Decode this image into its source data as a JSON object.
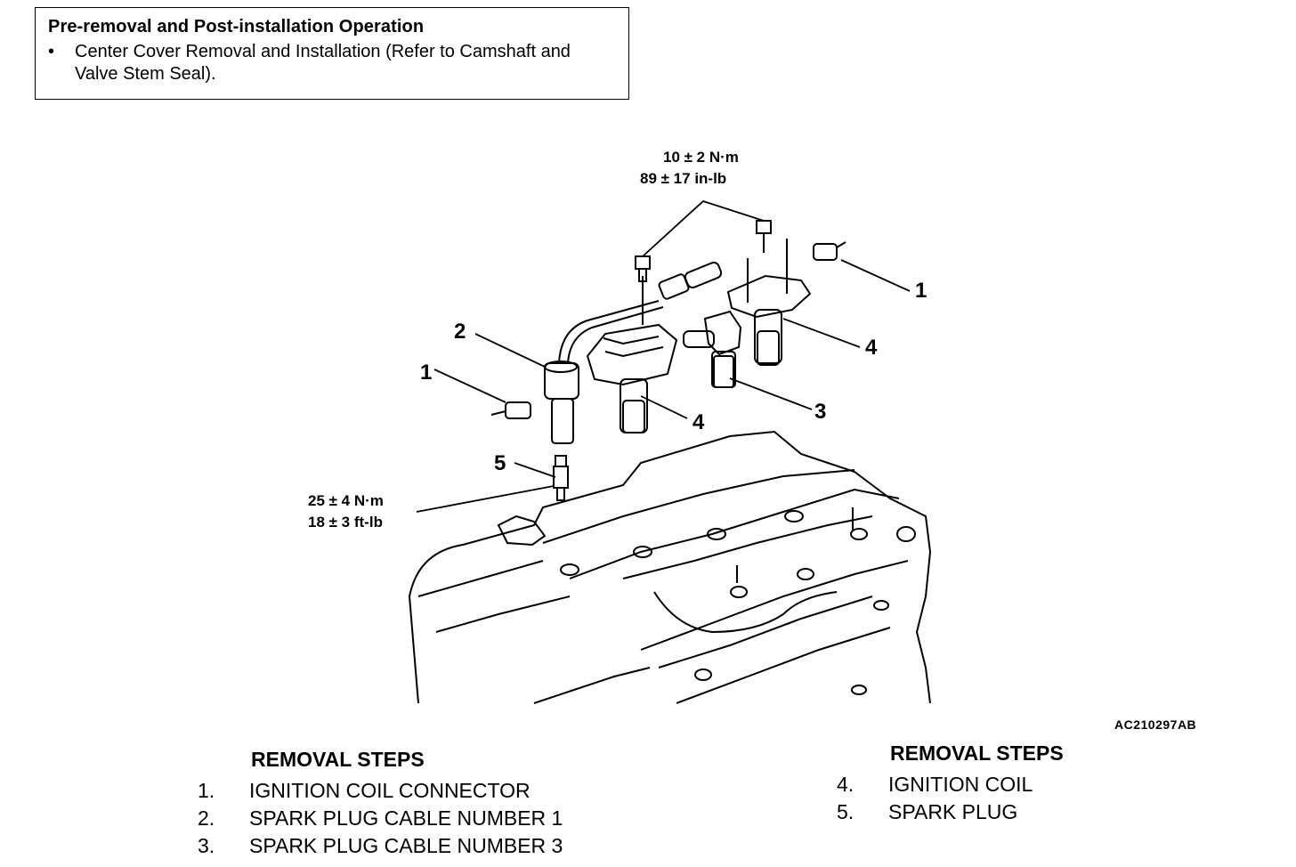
{
  "note": {
    "title": "Pre-removal and Post-installation Operation",
    "items": [
      "Center Cover Removal and Installation (Refer to Camshaft and Valve Stem Seal)."
    ]
  },
  "figure": {
    "torque_top_nm": "10 ± 2 N·m",
    "torque_top_inlb": "89 ± 17 in-lb",
    "torque_plug_nm": "25 ± 4 N·m",
    "torque_plug_ftlb": "18 ± 3 ft-lb",
    "callouts": [
      "1",
      "1",
      "2",
      "3",
      "4",
      "4",
      "5"
    ],
    "figure_id": "AC210297AB"
  },
  "removal_steps_left": {
    "heading": "REMOVAL STEPS",
    "steps": [
      {
        "num": "1.",
        "label": "IGNITION COIL CONNECTOR"
      },
      {
        "num": "2.",
        "label": "SPARK PLUG CABLE NUMBER 1"
      },
      {
        "num": "3.",
        "label": "SPARK PLUG CABLE NUMBER 3"
      }
    ]
  },
  "removal_steps_right": {
    "heading": "REMOVAL STEPS",
    "steps": [
      {
        "num": "4.",
        "label": "IGNITION COIL"
      },
      {
        "num": "5.",
        "label": "SPARK PLUG"
      }
    ]
  }
}
